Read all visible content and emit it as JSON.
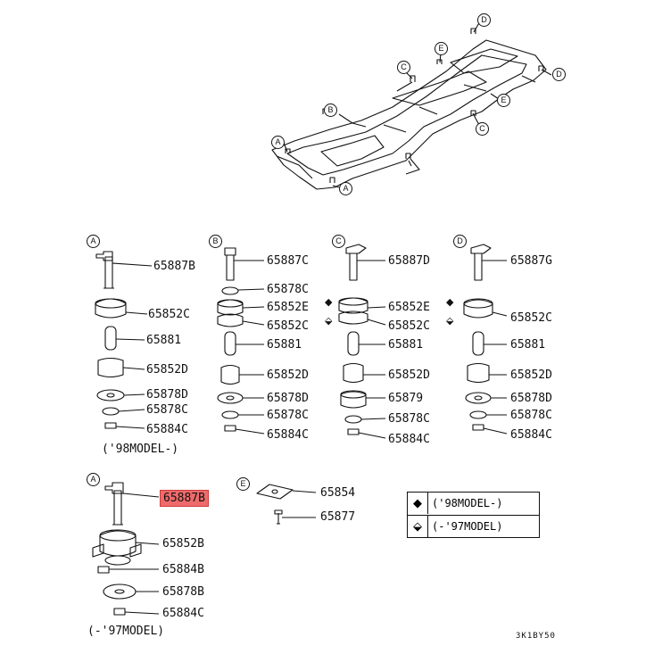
{
  "frame_callouts": [
    {
      "letter": "D"
    },
    {
      "letter": "E"
    },
    {
      "letter": "C"
    },
    {
      "letter": "D"
    },
    {
      "letter": "B"
    },
    {
      "letter": "E"
    },
    {
      "letter": "C"
    },
    {
      "letter": "A"
    },
    {
      "letter": "A"
    }
  ],
  "groups": {
    "a98": {
      "letter": "A",
      "parts": [
        "65887B",
        "65852C",
        "65881",
        "65852D",
        "65878D",
        "65878C",
        "65884C"
      ],
      "model_note": "('98MODEL-)"
    },
    "b": {
      "letter": "B",
      "parts": [
        "65887C",
        "65878C",
        "65852E",
        "65852C",
        "65881",
        "65852D",
        "65878D",
        "65878C",
        "65884C"
      ]
    },
    "c": {
      "letter": "C",
      "parts": [
        "65887D",
        "65852E",
        "65852C",
        "65881",
        "65852D",
        "65879",
        "65878C",
        "65884C"
      ]
    },
    "d": {
      "letter": "D",
      "parts": [
        "65887G",
        "65852C",
        "65881",
        "65852D",
        "65878D",
        "65878C",
        "65884C"
      ]
    },
    "a97": {
      "letter": "A",
      "parts": [
        "65887B",
        "65852B",
        "65884B",
        "65878B",
        "65884C"
      ],
      "model_note": "(-'97MODEL)",
      "selected_part": "65887B"
    },
    "e": {
      "letter": "E",
      "parts": [
        "65854",
        "65877"
      ]
    }
  },
  "legend": [
    {
      "symbol": "filled-diamond",
      "text": "('98MODEL-)"
    },
    {
      "symbol": "half-diamond",
      "text": "(-'97MODEL)"
    }
  ],
  "diagram_code": "3K1BY50",
  "colors": {
    "highlight": "#ef6b6b",
    "ink": "#111111"
  }
}
